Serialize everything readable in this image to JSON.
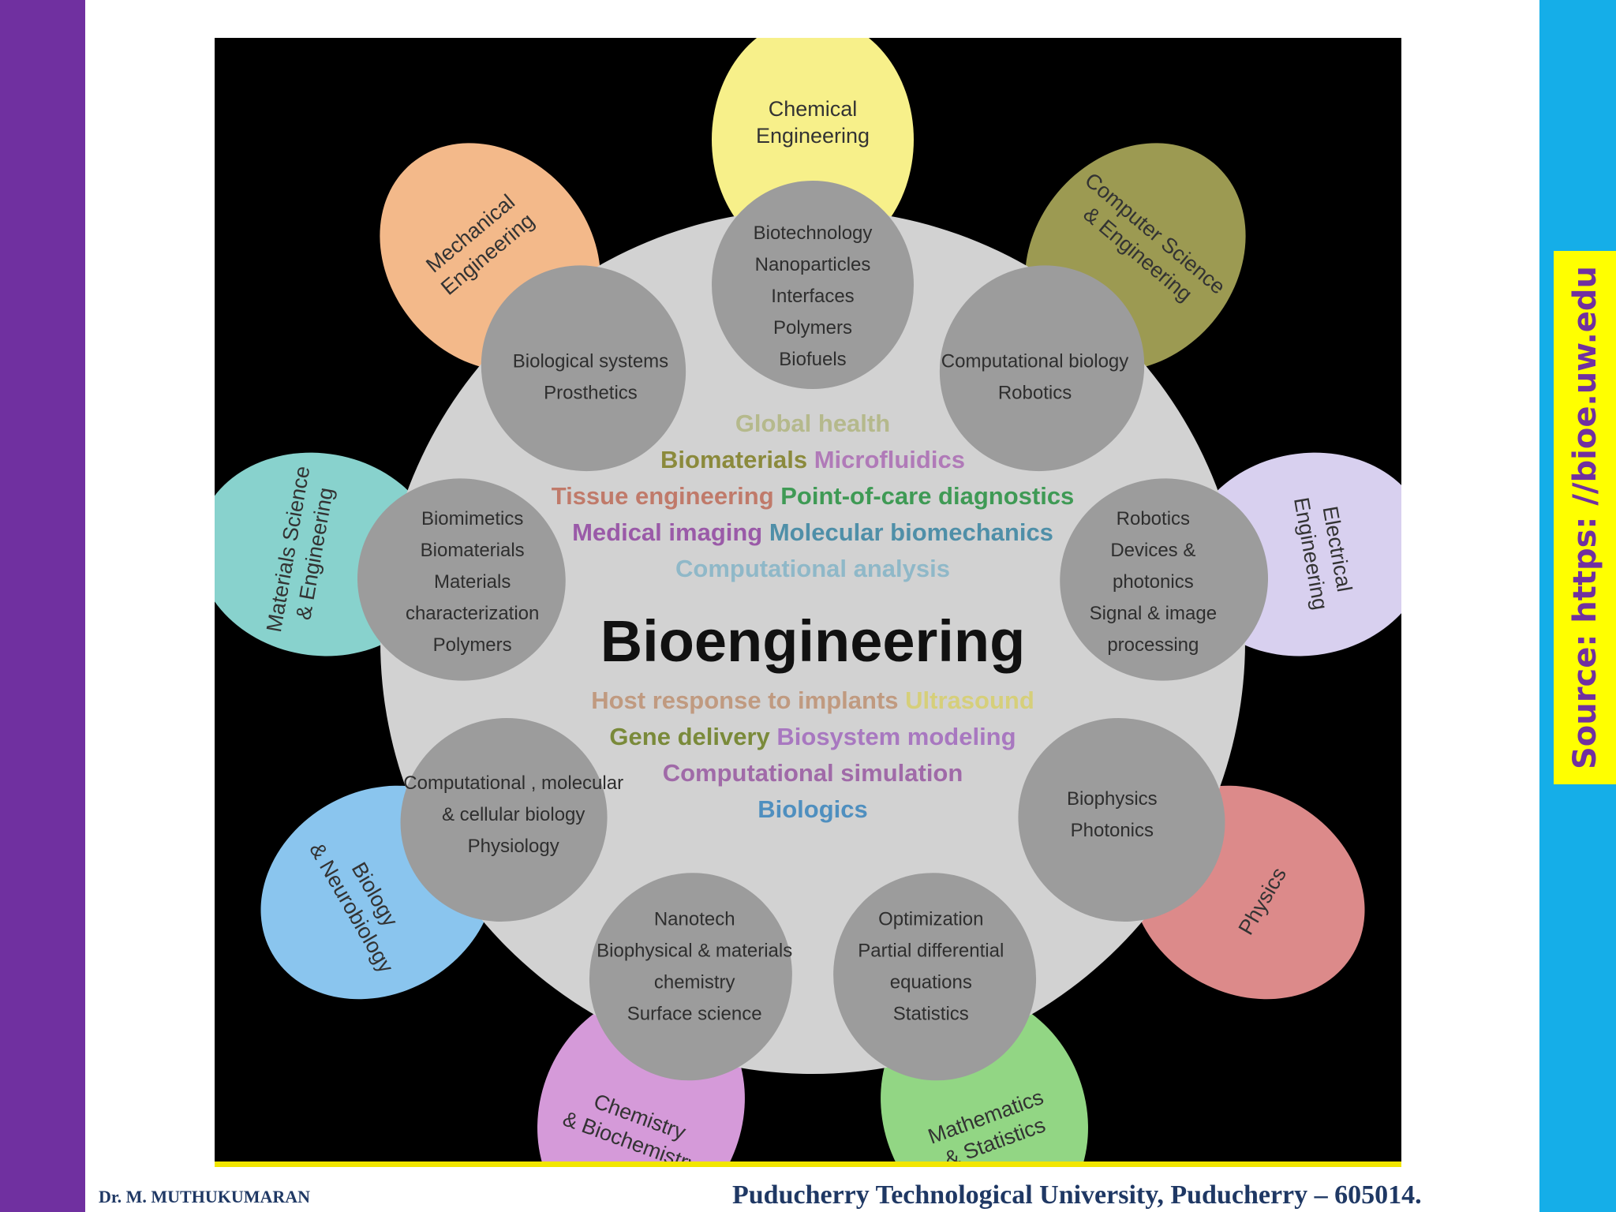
{
  "source_label": "Source: https: //bioe.uw.edu",
  "center_title": "Bioengineering",
  "center_terms_top": [
    [
      {
        "text": "Global health",
        "color": "#b5b98c"
      }
    ],
    [
      {
        "text": "Biomaterials",
        "color": "#8b8a3c"
      },
      {
        "text": "Microfluidics",
        "color": "#b07ab8"
      }
    ],
    [
      {
        "text": "Tissue engineering",
        "color": "#c07a6a"
      },
      {
        "text": "Point-of-care diagnostics",
        "color": "#3f9a55"
      }
    ],
    [
      {
        "text": "Medical imaging",
        "color": "#9a5aa8"
      },
      {
        "text": "Molecular biomechanics",
        "color": "#4f8fa8"
      }
    ],
    [
      {
        "text": "Computational analysis",
        "color": "#8fb8c8"
      }
    ]
  ],
  "center_terms_bottom": [
    [
      {
        "text": "Host response to implants",
        "color": "#c09a80"
      },
      {
        "text": "Ultrasound",
        "color": "#d6cf7a"
      }
    ],
    [
      {
        "text": "Gene delivery",
        "color": "#7a8a3a"
      },
      {
        "text": "Biosystem modeling",
        "color": "#a878c0"
      }
    ],
    [
      {
        "text": "Computational simulation",
        "color": "#a06aa8"
      }
    ],
    [
      {
        "text": "Biologics",
        "color": "#4f8fbf"
      }
    ]
  ],
  "petals": [
    {
      "label": [
        "Chemical",
        "Engineering"
      ],
      "color": "#f7f08a",
      "topics": [
        "Biotechnology",
        "Nanoparticles",
        "Interfaces",
        "Polymers",
        "Biofuels"
      ]
    },
    {
      "label": [
        "Computer Science",
        "& Engineering"
      ],
      "color": "#9c9a52",
      "topics": [
        "Computational biology",
        "Robotics"
      ]
    },
    {
      "label": [
        "Electrical",
        "Engineering"
      ],
      "color": "#d8d0ef",
      "topics": [
        "Robotics",
        "Devices &",
        "photonics",
        "Signal & image",
        "processing"
      ]
    },
    {
      "label": [
        "Physics"
      ],
      "color": "#dc8a8a",
      "topics": [
        "Biophysics",
        "Photonics"
      ]
    },
    {
      "label": [
        "Mathematics",
        "& Statistics"
      ],
      "color": "#92d684",
      "topics": [
        "Optimization",
        "Partial differential",
        "equations",
        "Statistics"
      ]
    },
    {
      "label": [
        "Chemistry",
        "& Biochemistry"
      ],
      "color": "#d59ad9",
      "topics": [
        "Nanotech",
        "Biophysical & materials",
        "chemistry",
        "Surface science"
      ]
    },
    {
      "label": [
        "Biology",
        "& Neurobiology"
      ],
      "color": "#8ac5ee",
      "topics": [
        "Computational , molecular",
        "& cellular biology",
        "Physiology"
      ]
    },
    {
      "label": [
        "Materials Science",
        "& Engineering"
      ],
      "color": "#88d2cd",
      "topics": [
        "Biomimetics",
        "Biomaterials",
        "Materials",
        "characterization",
        "Polymers"
      ]
    },
    {
      "label": [
        "Mechanical",
        "Engineering"
      ],
      "color": "#f3b98a",
      "topics": [
        "Biological systems",
        "Prosthetics"
      ]
    }
  ],
  "footer": {
    "author": "Dr. M. MUTHUKUMARAN",
    "institution": "Puducherry Technological University, Puducherry – 605014."
  }
}
